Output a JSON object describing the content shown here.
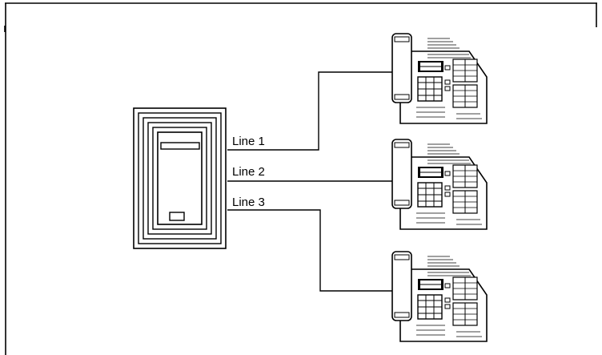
{
  "lines": [
    {
      "label": "Line 1"
    },
    {
      "label": "Line 2"
    },
    {
      "label": "Line 3"
    }
  ],
  "devices": {
    "control_unit": {
      "icon": "key-system-unit-icon"
    },
    "phones": [
      {
        "icon": "telephone-icon"
      },
      {
        "icon": "telephone-icon"
      },
      {
        "icon": "telephone-icon"
      }
    ]
  },
  "colors": {
    "ink": "#000000",
    "paper": "#ffffff",
    "shade": "#d9d9d9"
  }
}
